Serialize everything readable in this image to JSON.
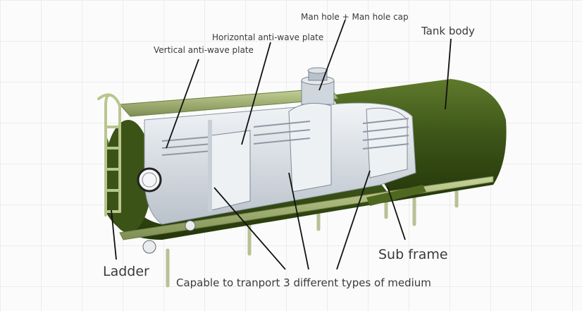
{
  "labels": {
    "manhole": "Man hole + Man hole cap",
    "horizontal_plate": "Horizontal anti-wave plate",
    "vertical_plate": "Vertical anti-wave plate",
    "tank_body": "Tank body",
    "sub_frame": "Sub frame",
    "ladder": "Ladder",
    "capacity": "Capable to tranport 3 different types of medium"
  },
  "colors": {
    "tank_green": "#3f5a1c",
    "tank_dark": "#2a3d10",
    "interior": "#dfe4ea",
    "frame": "#9aaa78"
  }
}
